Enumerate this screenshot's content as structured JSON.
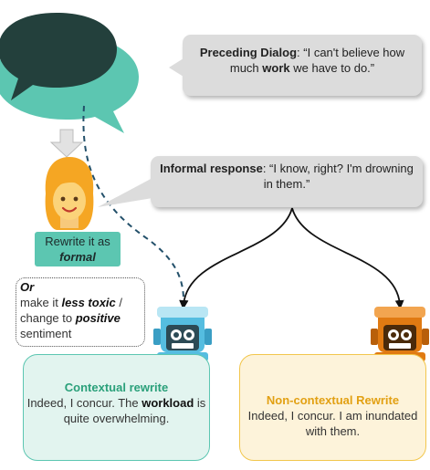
{
  "dialog": {
    "label": "Preceding Dialog",
    "text_before": ": “I can't believe how much ",
    "bold": "work",
    "text_after": " we have to do.”"
  },
  "informal": {
    "label": "Informal response",
    "text": ": “I know, right? I'm drowning in them.”"
  },
  "rewrite_instruction": {
    "line1": "Rewrite it as",
    "style": "formal"
  },
  "alternative": {
    "or": "Or",
    "text1": "make it ",
    "style1": "less toxic",
    "text2": " / change to ",
    "style2": "positive",
    "text3": " sentiment"
  },
  "contextual": {
    "title": "Contextual rewrite",
    "text_before": "Indeed, I concur. The ",
    "bold": "workload",
    "text_after": " is quite overwhelming."
  },
  "noncontextual": {
    "title": "Non-contextual Rewrite",
    "text": "Indeed, I concur. I am inundated with them."
  },
  "colors": {
    "teal": "#5cc6b1",
    "dark_teal": "#23403c",
    "bubble_gray": "#dcdcdc",
    "robot_teal": "#55bde0",
    "robot_orange": "#e07a12",
    "gold": "#f2c64c"
  },
  "icons": [
    "speech-bubbles-icon",
    "down-arrow-icon",
    "woman-emoji-icon",
    "teal-robot-icon",
    "orange-robot-icon"
  ]
}
